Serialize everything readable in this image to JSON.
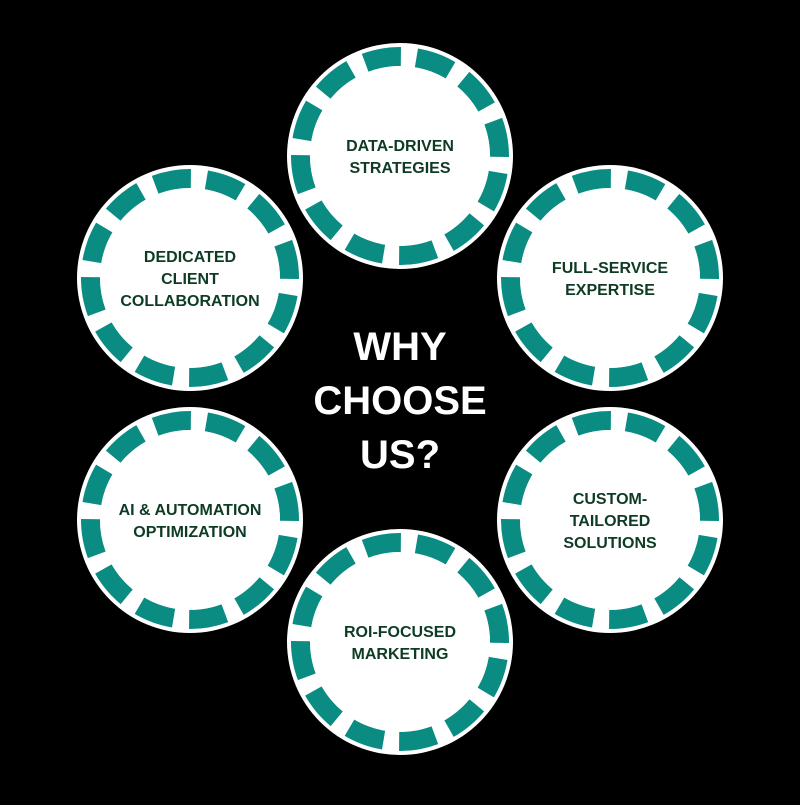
{
  "center": {
    "lines": [
      "WHY",
      "CHOOSE",
      "US?"
    ]
  },
  "items": [
    {
      "id": "data-driven-strategies",
      "lines": [
        "DATA-DRIVEN",
        "STRATEGIES"
      ]
    },
    {
      "id": "full-service-expertise",
      "lines": [
        "FULL-SERVICE",
        "EXPERTISE"
      ]
    },
    {
      "id": "custom-tailored-solutions",
      "lines": [
        "CUSTOM-",
        "TAILORED",
        "SOLUTIONS"
      ]
    },
    {
      "id": "roi-focused-marketing",
      "lines": [
        "ROI-FOCUSED",
        "MARKETING"
      ]
    },
    {
      "id": "ai-automation-optimization",
      "lines": [
        "AI & AUTOMATION",
        "OPTIMIZATION"
      ]
    },
    {
      "id": "dedicated-client-collaboration",
      "lines": [
        "DEDICATED",
        "CLIENT",
        "COLLABORATION"
      ]
    }
  ],
  "colors": {
    "background": "#000000",
    "ring": "#0a8c83",
    "inner": "#ffffff",
    "item_text": "#0d3b24",
    "center_text": "#ffffff"
  }
}
